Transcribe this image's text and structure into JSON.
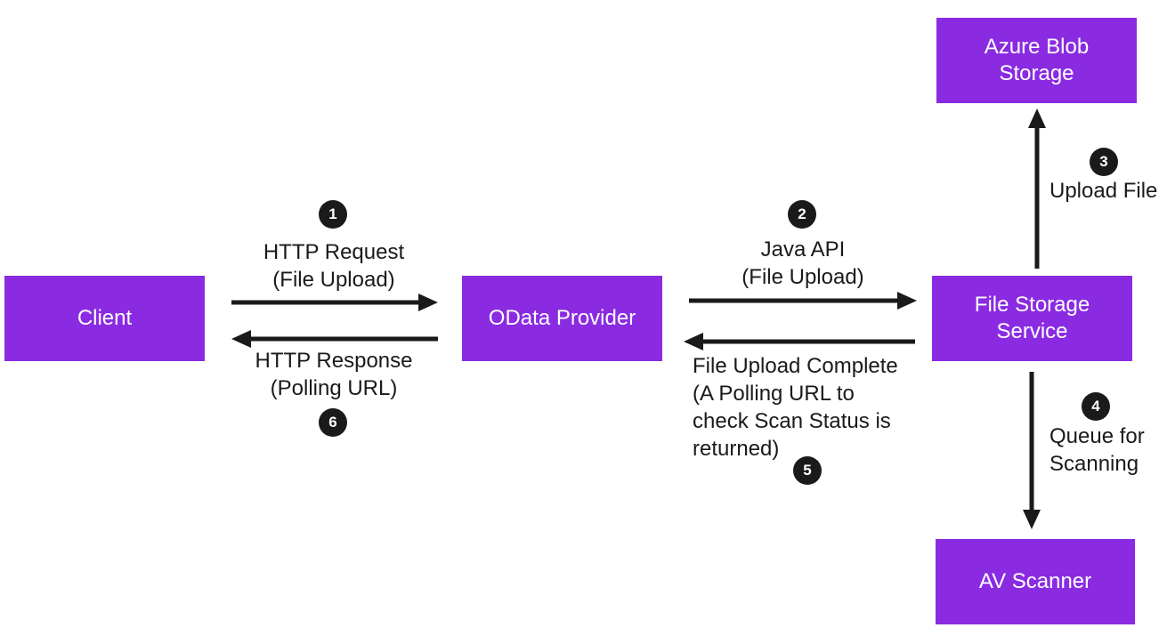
{
  "colors": {
    "box_fill": "#8a2be2",
    "box_text": "#ffffff",
    "arrow": "#1a1a1a",
    "text": "#1a1a1a"
  },
  "nodes": {
    "client": "Client",
    "odata_provider": "OData Provider",
    "file_storage": {
      "line1": "File Storage",
      "line2": "Service"
    },
    "azure_blob": {
      "line1": "Azure Blob",
      "line2": "Storage"
    },
    "av_scanner": "AV Scanner"
  },
  "edges": {
    "http_request": {
      "step": "1",
      "line1": "HTTP Request",
      "line2": "(File Upload)"
    },
    "java_api": {
      "step": "2",
      "line1": "Java API",
      "line2": "(File Upload)"
    },
    "upload_file": {
      "step": "3",
      "line1": "Upload File"
    },
    "queue_scanning": {
      "step": "4",
      "line1": "Queue for",
      "line2": "Scanning"
    },
    "upload_complete": {
      "step": "5",
      "line1": "File Upload Complete",
      "line2": "(A Polling URL to",
      "line3": "check Scan Status is",
      "line4": "returned)"
    },
    "http_response": {
      "step": "6",
      "line1": "HTTP Response",
      "line2": "(Polling URL)"
    }
  }
}
